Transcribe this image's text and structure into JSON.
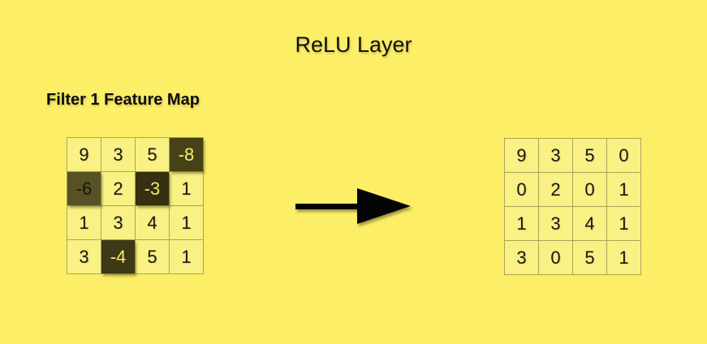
{
  "title": "ReLU Layer",
  "colors": {
    "background": "#fcee66",
    "cell_background": "#f9f183",
    "grid_border": "#aaa455",
    "cell_text": "#161616",
    "arrow": "#050505",
    "dark_cell_text_yellow": "#f5ec6e"
  },
  "left_grid": {
    "label": "Filter 1 Feature Map",
    "cells": [
      {
        "v": "9"
      },
      {
        "v": "3"
      },
      {
        "v": "5"
      },
      {
        "v": "-8",
        "bg": "#474216",
        "fg": "#f7ee6d"
      },
      {
        "v": "-6",
        "bg": "#575226",
        "fg": "#181608"
      },
      {
        "v": "2"
      },
      {
        "v": "-3",
        "bg": "#343010",
        "fg": "#f2e975"
      },
      {
        "v": "1"
      },
      {
        "v": "1"
      },
      {
        "v": "3"
      },
      {
        "v": "4"
      },
      {
        "v": "1"
      },
      {
        "v": "3"
      },
      {
        "v": "-4",
        "bg": "#3d3914",
        "fg": "#f5ec6e"
      },
      {
        "v": "5"
      },
      {
        "v": "1"
      }
    ]
  },
  "right_grid": {
    "cells": [
      {
        "v": "9"
      },
      {
        "v": "3"
      },
      {
        "v": "5"
      },
      {
        "v": "0"
      },
      {
        "v": "0"
      },
      {
        "v": "2"
      },
      {
        "v": "0"
      },
      {
        "v": "1"
      },
      {
        "v": "1"
      },
      {
        "v": "3"
      },
      {
        "v": "4"
      },
      {
        "v": "1"
      },
      {
        "v": "3"
      },
      {
        "v": "0"
      },
      {
        "v": "5"
      },
      {
        "v": "1"
      }
    ]
  },
  "arrow": {
    "icon": "right-arrow-icon"
  }
}
